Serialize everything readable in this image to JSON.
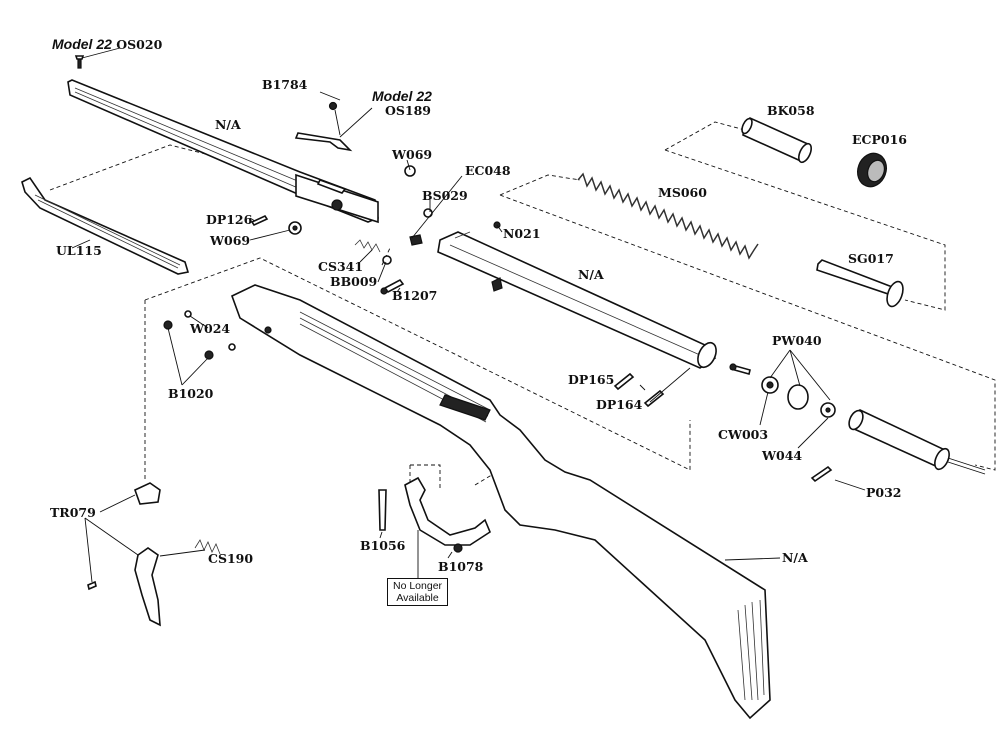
{
  "labels": {
    "model22_top": "Model 22",
    "os020": "OS020",
    "b1784": "B1784",
    "model22_mid": "Model 22",
    "os189": "OS189",
    "na_top": "N/A",
    "w069_top": "W069",
    "ec048": "EC048",
    "bs029": "BS029",
    "n021": "N021",
    "bk058": "BK058",
    "ecp016": "ECP016",
    "ms060": "MS060",
    "sg017": "SG017",
    "dp126": "DP126",
    "w069_bottom": "W069",
    "ul115": "UL115",
    "cs341": "CS341",
    "bb009": "BB009",
    "b1207": "B1207",
    "na_mid": "N/A",
    "w024": "W024",
    "b1020": "B1020",
    "pw040": "PW040",
    "dp165": "DP165",
    "dp164": "DP164",
    "cw003": "CW003",
    "w044": "W044",
    "p032": "P032",
    "tr079": "TR079",
    "cs190": "CS190",
    "b1056": "B1056",
    "b1078": "B1078",
    "na_stock": "N/A"
  },
  "note": {
    "line1": "No Longer",
    "line2": "Available"
  }
}
